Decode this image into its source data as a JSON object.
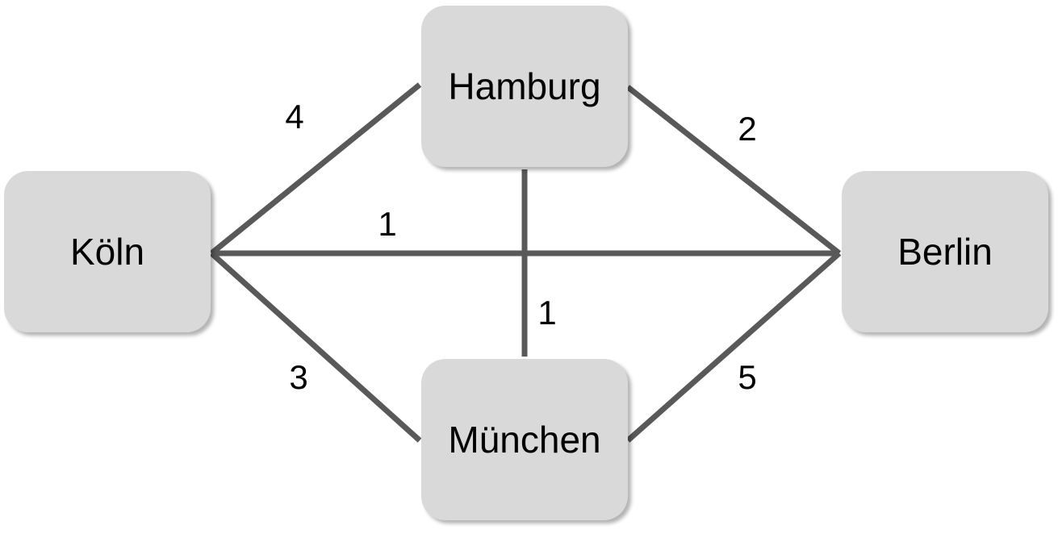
{
  "nodes": {
    "hamburg": "Hamburg",
    "koeln": "Köln",
    "berlin": "Berlin",
    "muenchen": "München"
  },
  "edges": [
    {
      "from": "Köln",
      "to": "Hamburg",
      "weight": "4"
    },
    {
      "from": "Hamburg",
      "to": "Berlin",
      "weight": "2"
    },
    {
      "from": "Köln",
      "to": "Berlin",
      "weight": "1"
    },
    {
      "from": "Hamburg",
      "to": "München",
      "weight": "1"
    },
    {
      "from": "Köln",
      "to": "München",
      "weight": "3"
    },
    {
      "from": "München",
      "to": "Berlin",
      "weight": "5"
    }
  ],
  "colors": {
    "edge": "#595959",
    "node": "#d9d9d9"
  }
}
